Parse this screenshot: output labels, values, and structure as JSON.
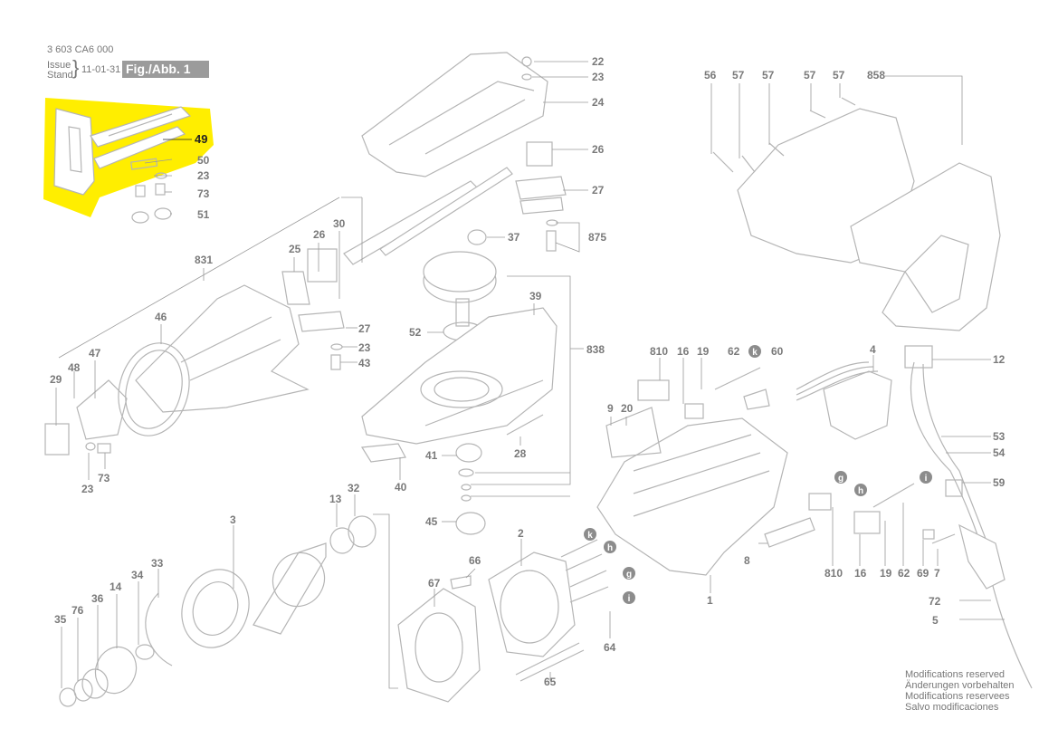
{
  "header": {
    "doc_number": "3 603 CA6 000",
    "issue_label": "Issue",
    "stand_label": "Stand",
    "date": "11-01-31",
    "figure_label": "Fig./Abb. 1"
  },
  "highlight": {
    "part_number": "49",
    "color": "#ffee00"
  },
  "footer": {
    "lines": [
      "Modifications reserved",
      "Änderungen vorbehalten",
      "Modifications reservees",
      "Salvo modificaciones"
    ]
  },
  "callouts": [
    {
      "id": "c22",
      "label": "22"
    },
    {
      "id": "c23a",
      "label": "23"
    },
    {
      "id": "c24",
      "label": "24"
    },
    {
      "id": "c26a",
      "label": "26"
    },
    {
      "id": "c27a",
      "label": "27"
    },
    {
      "id": "c37",
      "label": "37"
    },
    {
      "id": "c875",
      "label": "875"
    },
    {
      "id": "c50",
      "label": "50"
    },
    {
      "id": "c23b",
      "label": "23"
    },
    {
      "id": "c73a",
      "label": "73"
    },
    {
      "id": "c51",
      "label": "51"
    },
    {
      "id": "c30",
      "label": "30"
    },
    {
      "id": "c26b",
      "label": "26"
    },
    {
      "id": "c25",
      "label": "25"
    },
    {
      "id": "c831",
      "label": "831"
    },
    {
      "id": "c46",
      "label": "46"
    },
    {
      "id": "c47",
      "label": "47"
    },
    {
      "id": "c48",
      "label": "48"
    },
    {
      "id": "c29",
      "label": "29"
    },
    {
      "id": "c23c",
      "label": "23"
    },
    {
      "id": "c73b",
      "label": "73"
    },
    {
      "id": "c27b",
      "label": "27"
    },
    {
      "id": "c23d",
      "label": "23"
    },
    {
      "id": "c43",
      "label": "43"
    },
    {
      "id": "c39",
      "label": "39"
    },
    {
      "id": "c52",
      "label": "52"
    },
    {
      "id": "c838",
      "label": "838"
    },
    {
      "id": "c41",
      "label": "41"
    },
    {
      "id": "c28",
      "label": "28"
    },
    {
      "id": "c40",
      "label": "40"
    },
    {
      "id": "c45",
      "label": "45"
    },
    {
      "id": "c56",
      "label": "56"
    },
    {
      "id": "c57a",
      "label": "57"
    },
    {
      "id": "c57b",
      "label": "57"
    },
    {
      "id": "c57c",
      "label": "57"
    },
    {
      "id": "c57d",
      "label": "57"
    },
    {
      "id": "c858",
      "label": "858"
    },
    {
      "id": "c810a",
      "label": "810"
    },
    {
      "id": "c16a",
      "label": "16"
    },
    {
      "id": "c19a",
      "label": "19"
    },
    {
      "id": "c62a",
      "label": "62"
    },
    {
      "id": "c60",
      "label": "60"
    },
    {
      "id": "c4",
      "label": "4"
    },
    {
      "id": "c12",
      "label": "12"
    },
    {
      "id": "c9",
      "label": "9"
    },
    {
      "id": "c20",
      "label": "20"
    },
    {
      "id": "c53",
      "label": "53"
    },
    {
      "id": "c54",
      "label": "54"
    },
    {
      "id": "c59",
      "label": "59"
    },
    {
      "id": "c810b",
      "label": "810"
    },
    {
      "id": "c16b",
      "label": "16"
    },
    {
      "id": "c19b",
      "label": "19"
    },
    {
      "id": "c62b",
      "label": "62"
    },
    {
      "id": "c69",
      "label": "69"
    },
    {
      "id": "c7",
      "label": "7"
    },
    {
      "id": "c8",
      "label": "8"
    },
    {
      "id": "c1",
      "label": "1"
    },
    {
      "id": "c72",
      "label": "72"
    },
    {
      "id": "c5",
      "label": "5"
    },
    {
      "id": "c3",
      "label": "3"
    },
    {
      "id": "c13",
      "label": "13"
    },
    {
      "id": "c32",
      "label": "32"
    },
    {
      "id": "c2",
      "label": "2"
    },
    {
      "id": "c66",
      "label": "66"
    },
    {
      "id": "c67",
      "label": "67"
    },
    {
      "id": "c33",
      "label": "33"
    },
    {
      "id": "c34",
      "label": "34"
    },
    {
      "id": "c14",
      "label": "14"
    },
    {
      "id": "c36",
      "label": "36"
    },
    {
      "id": "c76",
      "label": "76"
    },
    {
      "id": "c35",
      "label": "35"
    },
    {
      "id": "c64",
      "label": "64"
    },
    {
      "id": "c65",
      "label": "65"
    }
  ],
  "wire_markers": [
    {
      "id": "m1",
      "label": "k"
    },
    {
      "id": "m2",
      "label": "g"
    },
    {
      "id": "m3",
      "label": "h"
    },
    {
      "id": "m4",
      "label": "i"
    },
    {
      "id": "m5",
      "label": "k"
    },
    {
      "id": "m6",
      "label": "h"
    },
    {
      "id": "m7",
      "label": "g"
    },
    {
      "id": "m8",
      "label": "i"
    }
  ]
}
